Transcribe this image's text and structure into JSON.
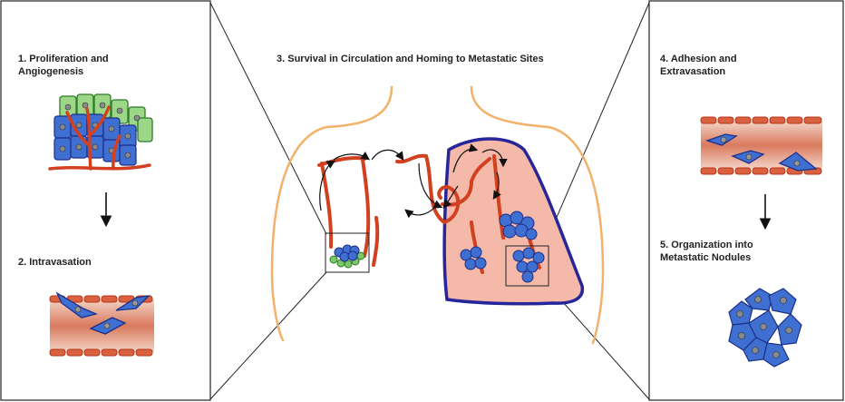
{
  "steps": {
    "s1": {
      "line1": "1. Proliferation and",
      "line2": "Angiogenesis"
    },
    "s2": {
      "line1": "2. Intravasation"
    },
    "s3": {
      "line1": "3. Survival in Circulation and Homing to Metastatic Sites"
    },
    "s4": {
      "line1": "4. Adhesion and",
      "line2": "Extravasation"
    },
    "s5": {
      "line1": "5. Organization into",
      "line2": "Metastatic Nodules"
    }
  },
  "colors": {
    "vessel": "#d2401f",
    "vessel_fill": "#e58a6e",
    "tumor_cell": "#3f6fd0",
    "tumor_dark": "#1c2f8a",
    "nucleus": "#777777",
    "epithelium": "#7cc768",
    "epithelium_dark": "#2f7a2a",
    "lung_fill": "#f4b9a8",
    "lung_outline": "#27259a",
    "body_outline": "#f2b26a",
    "frame": "#222222"
  }
}
